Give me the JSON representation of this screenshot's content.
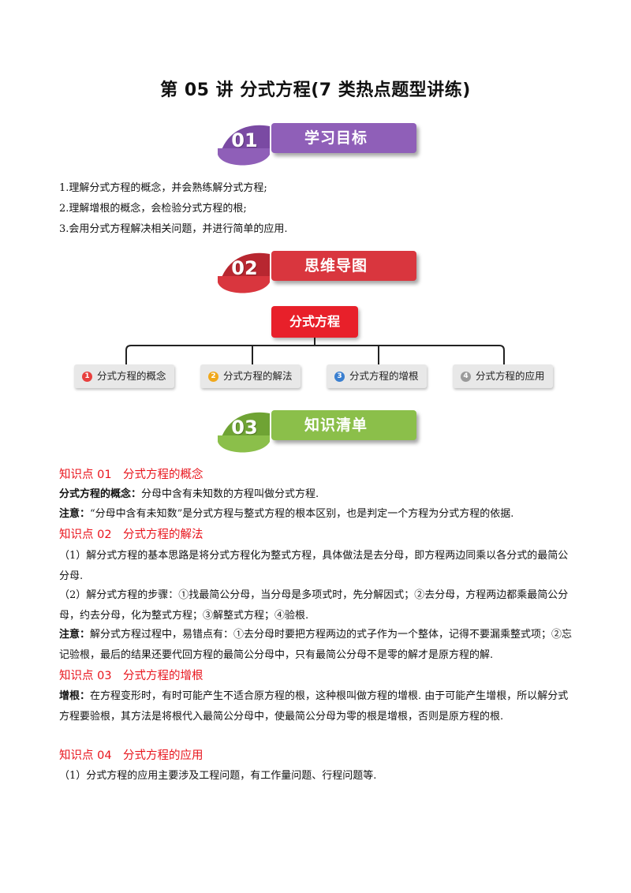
{
  "title": "第 05 讲  分式方程(7 类热点题型讲练)",
  "sections": [
    {
      "num": "01",
      "label": "学习目标",
      "color": "#8f5fb8"
    },
    {
      "num": "02",
      "label": "思维导图",
      "color": "#d9363e"
    },
    {
      "num": "03",
      "label": "知识清单",
      "color": "#8bbf4a"
    }
  ],
  "objectives": [
    "1.理解分式方程的概念，并会熟练解分式方程;",
    "2.理解增根的概念，会检验分式方程的根;",
    "3.会用分式方程解决相关问题，并进行简单的应用."
  ],
  "mindmap": {
    "root": "分式方程",
    "nodes": [
      {
        "badge": "1",
        "label": "分式方程的概念",
        "color": "#e8403e"
      },
      {
        "badge": "2",
        "label": "分式方程的解法",
        "color": "#f0a81c"
      },
      {
        "badge": "3",
        "label": "分式方程的增根",
        "color": "#3a7fd0"
      },
      {
        "badge": "4",
        "label": "分式方程的应用",
        "color": "#9a9a9a"
      }
    ]
  },
  "knowledge": {
    "kp1": {
      "heading": "知识点 01　分式方程的概念",
      "def_label": "分式方程的概念：",
      "def_text": "分母中含有未知数的方程叫做分式方程.",
      "note_label": "注意：",
      "note_text": "“分母中含有未知数”是分式方程与整式方程的根本区别，也是判定一个方程为分式方程的依据."
    },
    "kp2": {
      "heading": "知识点 02　分式方程的解法",
      "p1": "（1）解分式方程的基本思路是将分式方程化为整式方程，具体做法是去分母，即方程两边同乘以各分式的最简公分母.",
      "p2": "（2）解分式方程的步骤：①找最简公分母，当分母是多项式时，先分解因式；②去分母，方程两边都乘最简公分母，约去分母，化为整式方程；③解整式方程；④验根.",
      "note_label": "注意：",
      "note_text": "解分式方程过程中，易错点有：①去分母时要把方程两边的式子作为一个整体，记得不要漏乘整式项；②忘记验根，最后的结果还要代回方程的最简公分母中，只有最简公分母不是零的解才是原方程的解."
    },
    "kp3": {
      "heading": "知识点 03　分式方程的增根",
      "def_label": "增根：",
      "def_text": "在方程变形时，有时可能产生不适合原方程的根，这种根叫做方程的增根. 由于可能产生增根，所以解分式方程要验根，其方法是将根代入最简公分母中，使最简公分母为零的根是增根，否则是原方程的根."
    },
    "kp4": {
      "heading": "知识点 04　分式方程的应用",
      "p1": "（1）分式方程的应用主要涉及工程问题，有工作量问题、行程问题等."
    }
  }
}
